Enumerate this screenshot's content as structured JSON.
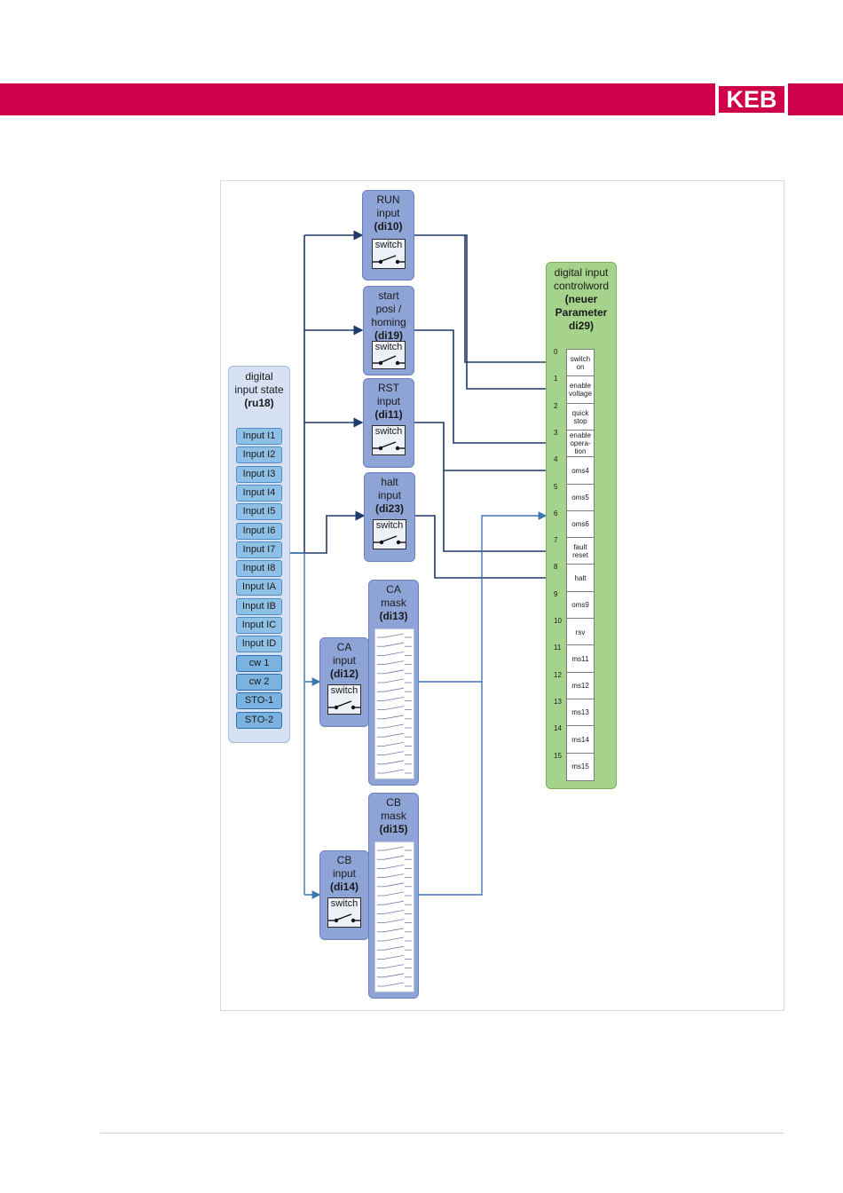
{
  "header": {
    "logo_text": "KEB",
    "brand_color": "#cf0049"
  },
  "diagram": {
    "state_block": {
      "title_line1": "digital",
      "title_line2": "input state",
      "param": "(ru18)",
      "inputs": [
        "Input I1",
        "Input I2",
        "Input I3",
        "Input I4",
        "Input I5",
        "Input I6",
        "Input I7",
        "Input I8",
        "Input IA",
        "Input IB",
        "Input IC",
        "Input ID",
        "cw 1",
        "cw 2",
        "STO-1",
        "STO-2"
      ]
    },
    "run_block": {
      "line1": "RUN",
      "line2": "input",
      "param": "(di10)",
      "switch": "switch"
    },
    "start_block": {
      "line1": "start",
      "line2": "posi /",
      "line3": "homing",
      "param": "(di19)",
      "switch": "switch"
    },
    "rst_block": {
      "line1": "RST",
      "line2": "input",
      "param": "(di11)",
      "switch": "switch"
    },
    "halt_block": {
      "line1": "halt",
      "line2": "input",
      "param": "(di23)",
      "switch": "switch"
    },
    "ca_mask": {
      "line1": "CA",
      "line2": "mask",
      "param": "(di13)"
    },
    "ca_input": {
      "line1": "CA",
      "line2": "input",
      "param": "(di12)",
      "switch": "switch"
    },
    "cb_mask": {
      "line1": "CB",
      "line2": "mask",
      "param": "(di15)"
    },
    "cb_input": {
      "line1": "CB",
      "line2": "input",
      "param": "(di14)",
      "switch": "switch"
    },
    "controlword": {
      "title_line1": "digital input",
      "title_line2": "controlword",
      "bold_line1": "(neuer",
      "bold_line2": "Parameter",
      "bold_line3": "di29)",
      "bits": [
        {
          "index": "0",
          "label": "switch on"
        },
        {
          "index": "1",
          "label": "enable voltage"
        },
        {
          "index": "2",
          "label": "quick stop"
        },
        {
          "index": "3",
          "label": "enable opera-tion"
        },
        {
          "index": "4",
          "label": "oms4"
        },
        {
          "index": "5",
          "label": "oms5"
        },
        {
          "index": "6",
          "label": "oms6"
        },
        {
          "index": "7",
          "label": "fault reset"
        },
        {
          "index": "8",
          "label": "halt"
        },
        {
          "index": "9",
          "label": "oms9"
        },
        {
          "index": "10",
          "label": "rsv"
        },
        {
          "index": "11",
          "label": "ms11"
        },
        {
          "index": "12",
          "label": "ms12"
        },
        {
          "index": "13",
          "label": "ms13"
        },
        {
          "index": "14",
          "label": "ms14"
        },
        {
          "index": "15",
          "label": "ms15"
        }
      ]
    },
    "colors": {
      "block_blue": "#8fa4d6",
      "state_bg": "#d6e1f4",
      "controlword_green": "#a6d38c",
      "line_dark": "#1f3a68",
      "line_mid": "#3f77b3"
    }
  }
}
